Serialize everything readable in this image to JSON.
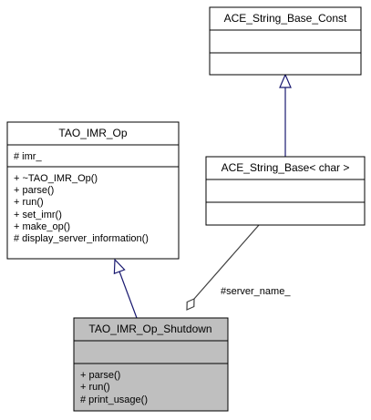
{
  "classes": {
    "string_base_const": {
      "name": "ACE_String_Base_Const",
      "attributes": [],
      "operations": []
    },
    "string_base": {
      "name": "ACE_String_Base< char >",
      "attributes": [],
      "operations": []
    },
    "imr_op": {
      "name": "TAO_IMR_Op",
      "attributes": [
        "# imr_"
      ],
      "operations": [
        "+ ~TAO_IMR_Op()",
        "+ parse()",
        "+ run()",
        "+ set_imr()",
        "+ make_op()",
        "# display_server_information()"
      ]
    },
    "imr_op_shutdown": {
      "name": "TAO_IMR_Op_Shutdown",
      "attributes": [],
      "operations": [
        "+ parse()",
        "+ run()",
        "# print_usage()"
      ]
    }
  },
  "relations": {
    "aggregation_label": "#server_name_"
  },
  "colors": {
    "generalization_arrow": "#191970",
    "aggregation_line": "#404040",
    "highlight_fill": "#bfbfbf",
    "box_border": "#000000"
  }
}
